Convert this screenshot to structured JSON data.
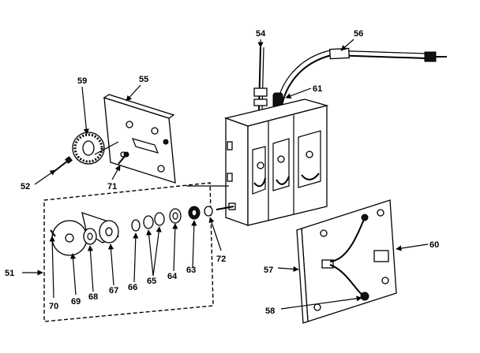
{
  "labels": {
    "p51": "51",
    "p52": "52",
    "p54": "54",
    "p55": "55",
    "p56": "56",
    "p57": "57",
    "p58": "58",
    "p59": "59",
    "p60": "60",
    "p61": "61",
    "p63": "63",
    "p64": "64",
    "p65": "65",
    "p66": "66",
    "p67": "67",
    "p68": "68",
    "p69": "69",
    "p70": "70",
    "p71": "71",
    "p72": "72"
  }
}
